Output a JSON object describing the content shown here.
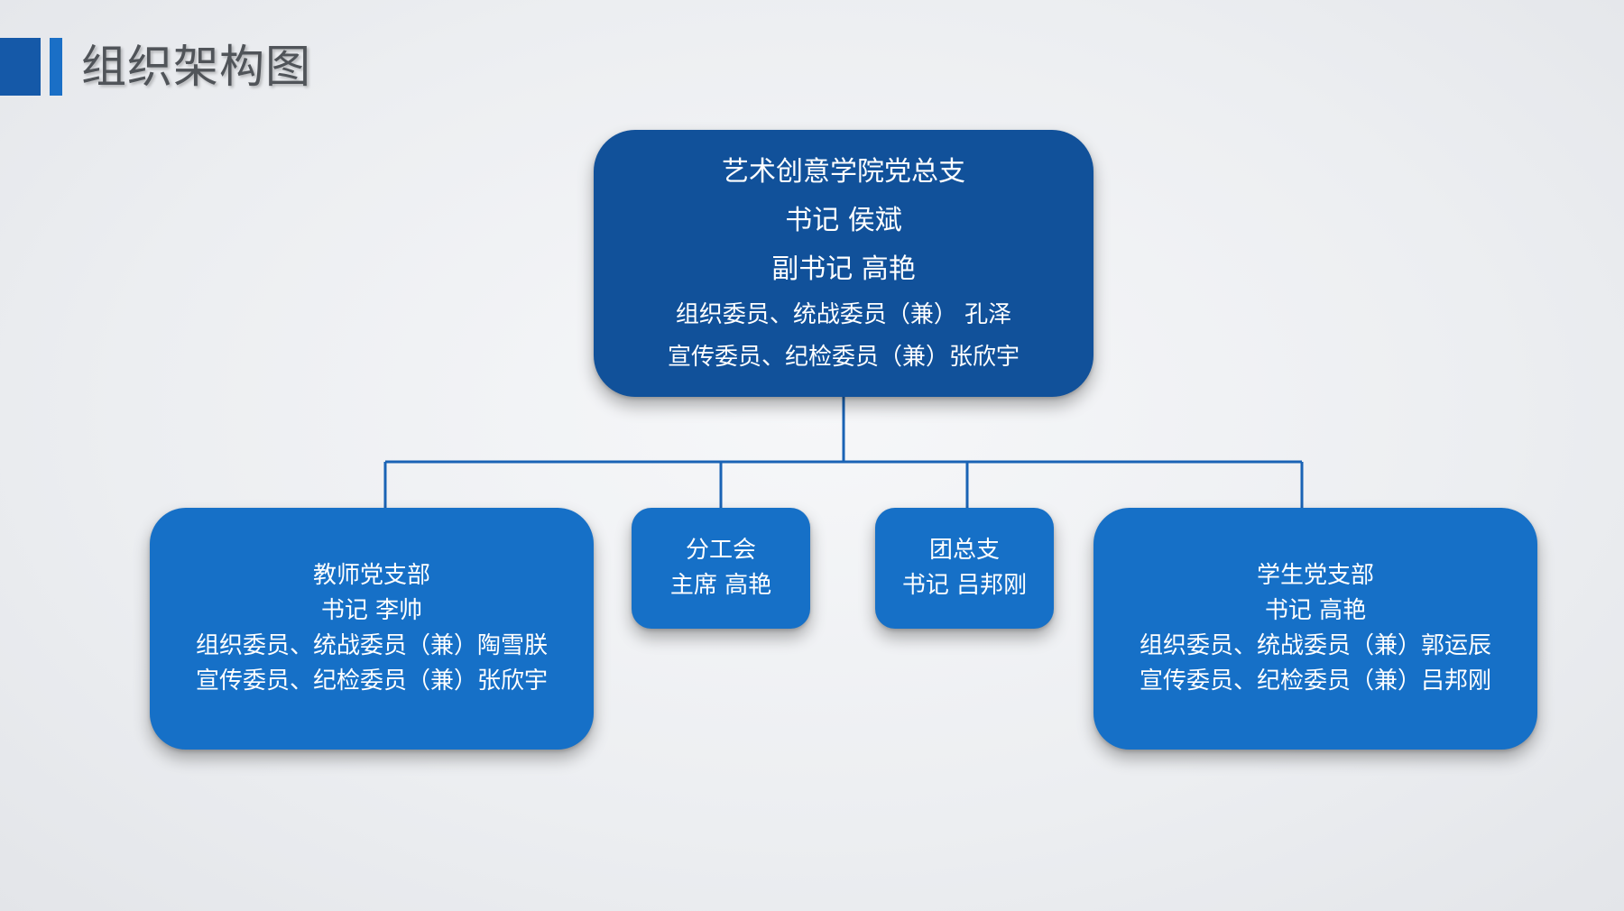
{
  "title": "组织架构图",
  "colors": {
    "root_box": "#11519a",
    "child_box": "#1670c7",
    "connector": "#1a63b5",
    "title_text": "#505459",
    "accent_dark": "#1559a8",
    "accent_light": "#1a6fc6"
  },
  "root": {
    "lines": [
      "艺术创意学院党总支",
      "书记 侯斌",
      "副书记 高艳",
      "组织委员、统战委员（兼） 孔泽",
      "宣传委员、纪检委员（兼）张欣宇"
    ]
  },
  "children": [
    {
      "id": "teacher",
      "lines": [
        "教师党支部",
        "书记 李帅",
        "组织委员、统战委员（兼）陶雪朕",
        "宣传委员、纪检委员（兼）张欣宇"
      ]
    },
    {
      "id": "union",
      "lines": [
        "分工会",
        "主席 高艳"
      ]
    },
    {
      "id": "league",
      "lines": [
        "团总支",
        "书记 吕邦刚"
      ]
    },
    {
      "id": "student",
      "lines": [
        "学生党支部",
        "书记 高艳",
        "组织委员、统战委员（兼）郭运辰",
        "宣传委员、纪检委员（兼）吕邦刚"
      ]
    }
  ]
}
